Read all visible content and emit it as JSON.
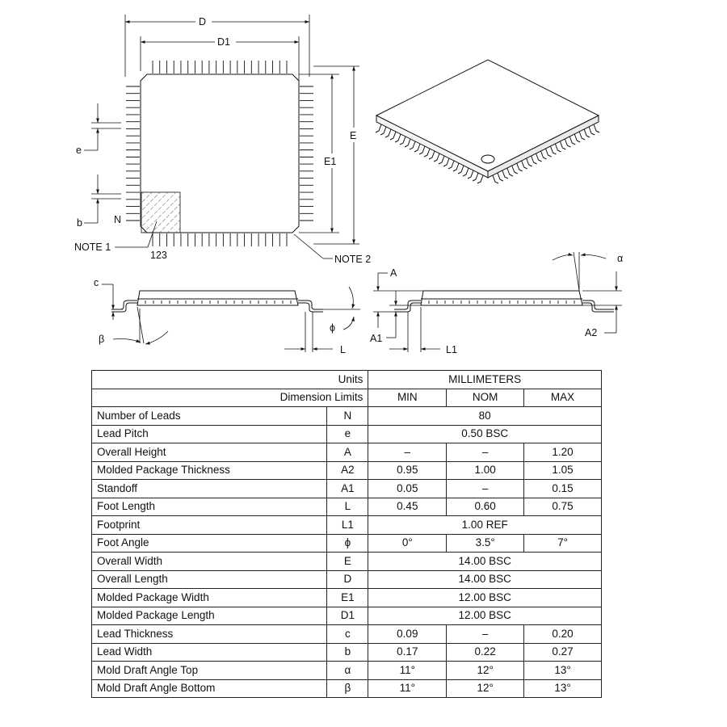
{
  "drawing": {
    "top_view": {
      "label_D": "D",
      "label_D1": "D1",
      "label_E": "E",
      "label_E1": "E1",
      "label_e": "e",
      "label_b": "b",
      "label_N": "N",
      "label_note1": "NOTE 1",
      "label_pins": "123",
      "label_note2": "NOTE 2"
    },
    "side_view_left": {
      "label_c": "c",
      "label_beta": "β",
      "label_phi": "ϕ",
      "label_L": "L"
    },
    "side_view_right": {
      "label_A": "A",
      "label_A1": "A1",
      "label_A2": "A2",
      "label_L1": "L1",
      "label_alpha": "α"
    }
  },
  "table": {
    "units_label": "Units",
    "units_value": "MILLIMETERS",
    "limits_label": "Dimension Limits",
    "col_min": "MIN",
    "col_nom": "NOM",
    "col_max": "MAX",
    "rows": [
      {
        "name": "Number of Leads",
        "sym": "N",
        "span": "80"
      },
      {
        "name": "Lead Pitch",
        "sym": "e",
        "span": "0.50 BSC"
      },
      {
        "name": "Overall Height",
        "sym": "A",
        "min": "–",
        "nom": "–",
        "max": "1.20"
      },
      {
        "name": "Molded Package Thickness",
        "sym": "A2",
        "min": "0.95",
        "nom": "1.00",
        "max": "1.05"
      },
      {
        "name": "Standoff",
        "sym": "A1",
        "min": "0.05",
        "nom": "–",
        "max": "0.15"
      },
      {
        "name": "Foot Length",
        "sym": "L",
        "min": "0.45",
        "nom": "0.60",
        "max": "0.75"
      },
      {
        "name": "Footprint",
        "sym": "L1",
        "span": "1.00 REF"
      },
      {
        "name": "Foot Angle",
        "sym": "ϕ",
        "min": "0°",
        "nom": "3.5°",
        "max": "7°"
      },
      {
        "name": "Overall Width",
        "sym": "E",
        "span": "14.00 BSC"
      },
      {
        "name": "Overall Length",
        "sym": "D",
        "span": "14.00 BSC"
      },
      {
        "name": "Molded Package Width",
        "sym": "E1",
        "span": "12.00 BSC"
      },
      {
        "name": "Molded Package Length",
        "sym": "D1",
        "span": "12.00 BSC"
      },
      {
        "name": "Lead Thickness",
        "sym": "c",
        "min": "0.09",
        "nom": "–",
        "max": "0.20"
      },
      {
        "name": "Lead Width",
        "sym": "b",
        "min": "0.17",
        "nom": "0.22",
        "max": "0.27"
      },
      {
        "name": "Mold Draft Angle Top",
        "sym": "α",
        "min": "11°",
        "nom": "12°",
        "max": "13°"
      },
      {
        "name": "Mold Draft Angle Bottom",
        "sym": "β",
        "min": "11°",
        "nom": "12°",
        "max": "13°"
      }
    ]
  }
}
